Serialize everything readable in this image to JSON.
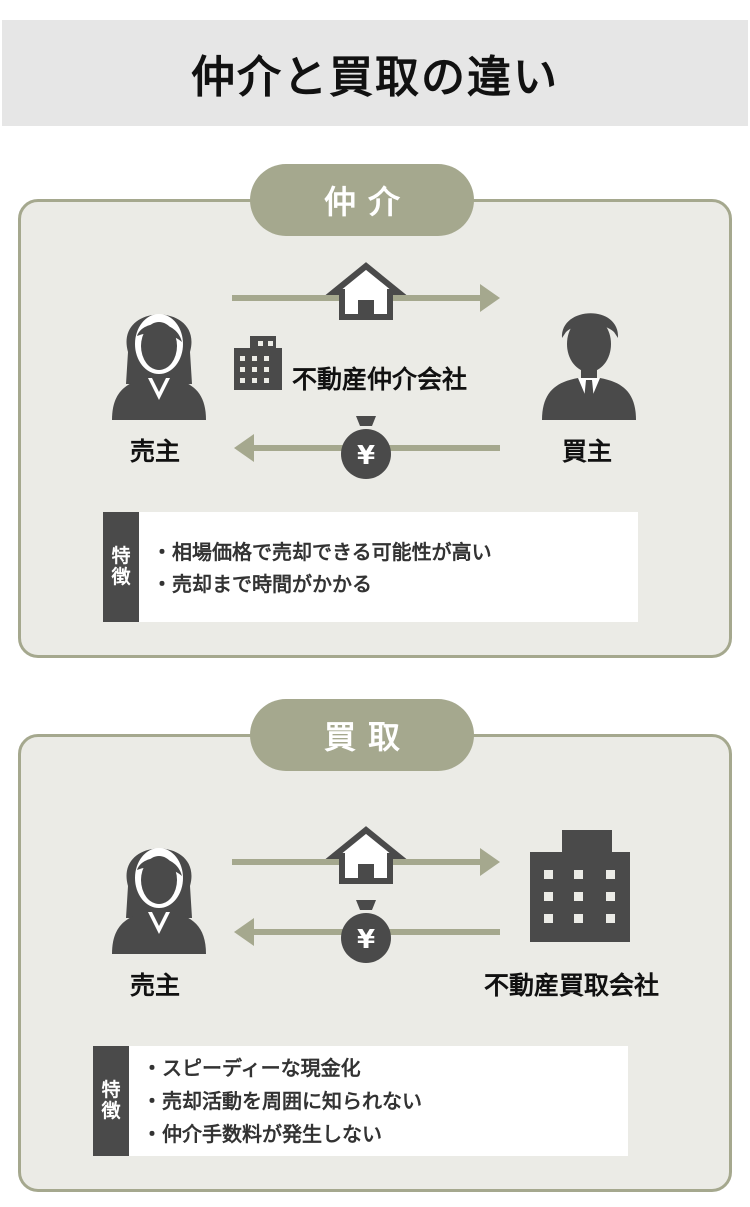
{
  "title": "仲介と買取の違い",
  "colors": {
    "accent": "#a5a88e",
    "panel": "#ebebe6",
    "icon": "#4a4a4a"
  },
  "brokerage": {
    "label": "仲介",
    "seller": "売主",
    "buyer": "買主",
    "agent": "不動産仲介会社",
    "feature_tag": [
      "特",
      "徴"
    ],
    "features": [
      "・相場価格で売却できる可能性が高い",
      "・売却まで時間がかかる"
    ]
  },
  "purchase": {
    "label": "買取",
    "seller": "売主",
    "buyer": "不動産買取会社",
    "feature_tag": [
      "特",
      "徴"
    ],
    "features": [
      "・スピーディーな現金化",
      "・売却活動を周囲に知られない",
      "・仲介手数料が発生しない"
    ]
  },
  "icons": [
    "house-icon",
    "money-bag-icon",
    "building-icon",
    "woman-icon",
    "man-icon"
  ],
  "money_symbol": "¥"
}
